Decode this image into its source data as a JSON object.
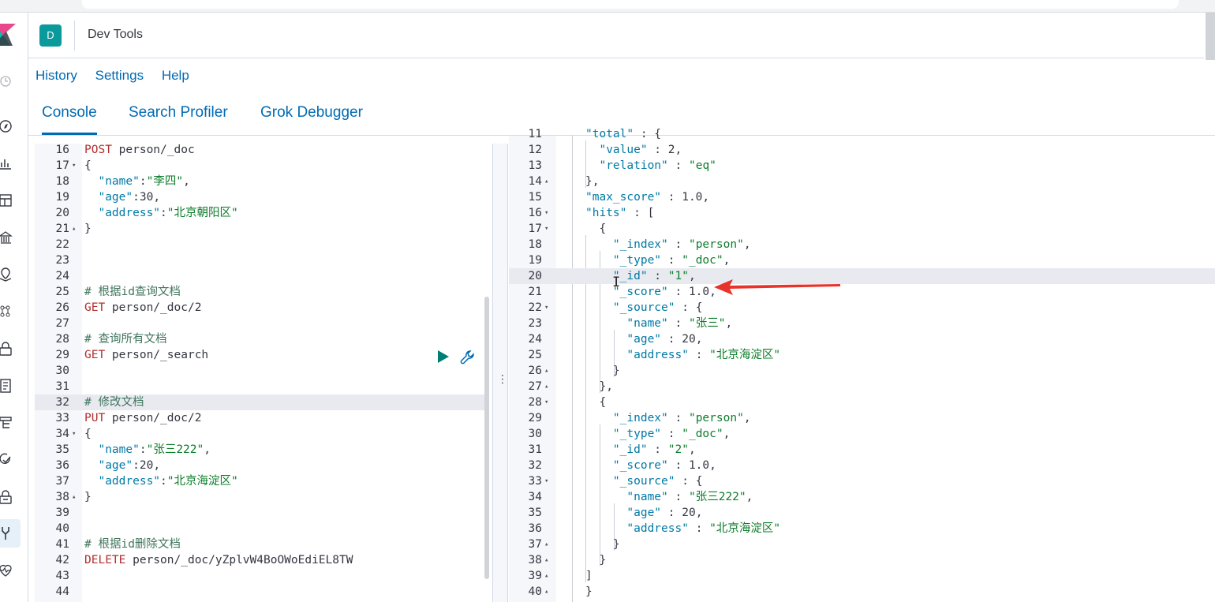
{
  "header": {
    "avatar_letter": "D",
    "title": "Dev Tools"
  },
  "menu": {
    "items": [
      "History",
      "Settings",
      "Help"
    ]
  },
  "tabs": [
    "Console",
    "Search Profiler",
    "Grok Debugger"
  ],
  "left_editor": {
    "lines": [
      {
        "n": "16",
        "fold": "",
        "code": "POST person/_doc"
      },
      {
        "n": "17",
        "fold": "▾",
        "code": "{"
      },
      {
        "n": "18",
        "fold": "",
        "code": "  \"name\":\"李四\","
      },
      {
        "n": "19",
        "fold": "",
        "code": "  \"age\":30,"
      },
      {
        "n": "20",
        "fold": "",
        "code": "  \"address\":\"北京朝阳区\""
      },
      {
        "n": "21",
        "fold": "▴",
        "code": "}"
      },
      {
        "n": "22",
        "fold": "",
        "code": ""
      },
      {
        "n": "23",
        "fold": "",
        "code": ""
      },
      {
        "n": "24",
        "fold": "",
        "code": ""
      },
      {
        "n": "25",
        "fold": "",
        "code": "# 根据id查询文档"
      },
      {
        "n": "26",
        "fold": "",
        "code": "GET person/_doc/2"
      },
      {
        "n": "27",
        "fold": "",
        "code": ""
      },
      {
        "n": "28",
        "fold": "",
        "code": "# 查询所有文档"
      },
      {
        "n": "29",
        "fold": "",
        "code": "GET person/_search"
      },
      {
        "n": "30",
        "fold": "",
        "code": ""
      },
      {
        "n": "31",
        "fold": "",
        "code": ""
      },
      {
        "n": "32",
        "fold": "",
        "code": "# 修改文档"
      },
      {
        "n": "33",
        "fold": "",
        "code": "PUT person/_doc/2"
      },
      {
        "n": "34",
        "fold": "▾",
        "code": "{"
      },
      {
        "n": "35",
        "fold": "",
        "code": "  \"name\":\"张三222\","
      },
      {
        "n": "36",
        "fold": "",
        "code": "  \"age\":20,"
      },
      {
        "n": "37",
        "fold": "",
        "code": "  \"address\":\"北京海淀区\""
      },
      {
        "n": "38",
        "fold": "▴",
        "code": "}"
      },
      {
        "n": "39",
        "fold": "",
        "code": ""
      },
      {
        "n": "40",
        "fold": "",
        "code": ""
      },
      {
        "n": "41",
        "fold": "",
        "code": "# 根据id删除文档"
      },
      {
        "n": "42",
        "fold": "",
        "code": "DELETE person/_doc/yZplvW4BoOWoEdiEL8TW"
      },
      {
        "n": "43",
        "fold": "",
        "code": ""
      },
      {
        "n": "44",
        "fold": "",
        "code": ""
      }
    ]
  },
  "right_editor": {
    "lines": [
      {
        "n": "11",
        "fold": "",
        "code": "\"total\" : {"
      },
      {
        "n": "12",
        "fold": "",
        "code": "  \"value\" : 2,"
      },
      {
        "n": "13",
        "fold": "",
        "code": "  \"relation\" : \"eq\""
      },
      {
        "n": "14",
        "fold": "▴",
        "code": "},"
      },
      {
        "n": "15",
        "fold": "",
        "code": "\"max_score\" : 1.0,"
      },
      {
        "n": "16",
        "fold": "▾",
        "code": "\"hits\" : ["
      },
      {
        "n": "17",
        "fold": "▾",
        "code": "  {"
      },
      {
        "n": "18",
        "fold": "",
        "code": "    \"_index\" : \"person\","
      },
      {
        "n": "19",
        "fold": "",
        "code": "    \"_type\" : \"_doc\","
      },
      {
        "n": "20",
        "fold": "",
        "code": "    \"_id\" : \"1\","
      },
      {
        "n": "21",
        "fold": "",
        "code": "    \"_score\" : 1.0,"
      },
      {
        "n": "22",
        "fold": "▾",
        "code": "    \"_source\" : {"
      },
      {
        "n": "23",
        "fold": "",
        "code": "      \"name\" : \"张三\","
      },
      {
        "n": "24",
        "fold": "",
        "code": "      \"age\" : 20,"
      },
      {
        "n": "25",
        "fold": "",
        "code": "      \"address\" : \"北京海淀区\""
      },
      {
        "n": "26",
        "fold": "▴",
        "code": "    }"
      },
      {
        "n": "27",
        "fold": "▴",
        "code": "  },"
      },
      {
        "n": "28",
        "fold": "▾",
        "code": "  {"
      },
      {
        "n": "29",
        "fold": "",
        "code": "    \"_index\" : \"person\","
      },
      {
        "n": "30",
        "fold": "",
        "code": "    \"_type\" : \"_doc\","
      },
      {
        "n": "31",
        "fold": "",
        "code": "    \"_id\" : \"2\","
      },
      {
        "n": "32",
        "fold": "",
        "code": "    \"_score\" : 1.0,"
      },
      {
        "n": "33",
        "fold": "▾",
        "code": "    \"_source\" : {"
      },
      {
        "n": "34",
        "fold": "",
        "code": "      \"name\" : \"张三222\","
      },
      {
        "n": "35",
        "fold": "",
        "code": "      \"age\" : 20,"
      },
      {
        "n": "36",
        "fold": "",
        "code": "      \"address\" : \"北京海淀区\""
      },
      {
        "n": "37",
        "fold": "▴",
        "code": "    }"
      },
      {
        "n": "38",
        "fold": "▴",
        "code": "  }"
      },
      {
        "n": "39",
        "fold": "▴",
        "code": "]"
      },
      {
        "n": "40",
        "fold": "▴",
        "code": "}"
      }
    ]
  },
  "colors": {
    "accent": "#006bb4",
    "avatar_bg": "#0b9a9b",
    "method": "#b22e2e",
    "comment": "#41755c",
    "string": "#0d7d2b",
    "key": "#0079a5"
  },
  "icons": [
    "kibana-logo-icon",
    "recent-icon",
    "discover-icon",
    "visualize-icon",
    "dashboard-icon",
    "canvas-icon",
    "maps-icon",
    "ml-icon",
    "infrastructure-icon",
    "logs-icon",
    "apm-icon",
    "uptime-icon",
    "siem-icon",
    "dev-tools-icon",
    "monitoring-icon",
    "run-icon",
    "wrench-icon"
  ]
}
